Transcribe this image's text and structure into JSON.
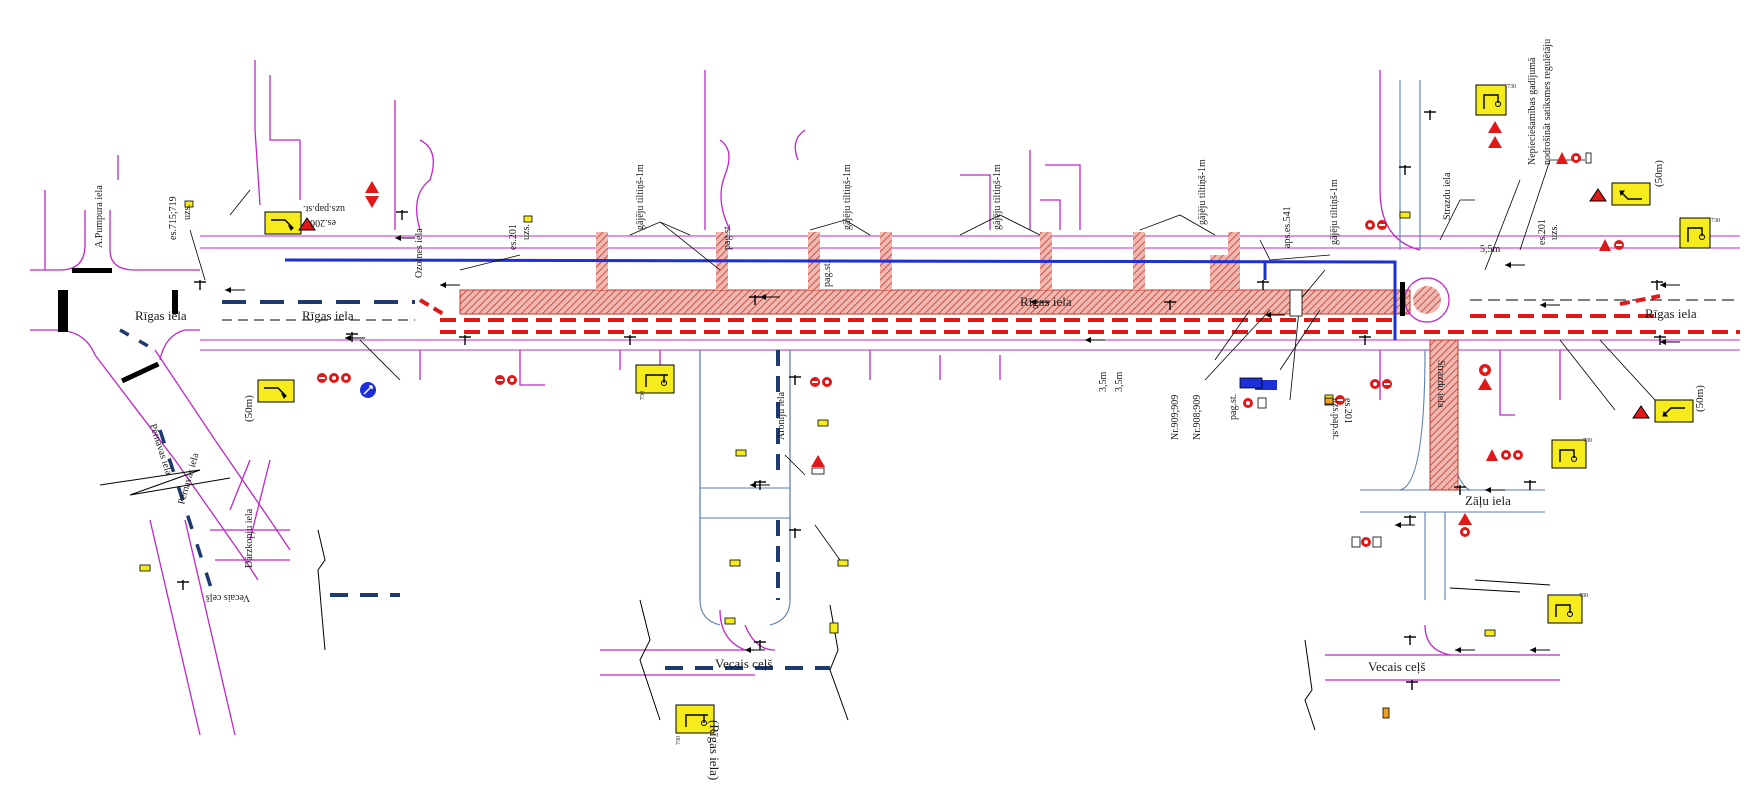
{
  "streets": {
    "rigas_west": "Rīgas  iela",
    "rigas_mid_north": "Rīgas  iela",
    "rigas_center": "Rīgas  iela",
    "rigas_east": "Rīgas  iela",
    "rigas_bottom": "(Rīgas  iela)",
    "pumpura": "A.Pumpura iela",
    "parnavas_upper": "Pērnavas  iela",
    "parnavas_lower": "Pērnavas  iela",
    "darzkopju": "Dārzkopju  iela",
    "vecais_celsh_sw": "Vecais ceļš",
    "vecais_celsh_mid": "Vecais ceļš",
    "vecais_celsh_east": "Vecais ceļš",
    "ozolnes": "Ozolnes  iela",
    "aronu": "Aroniju  iela",
    "strazdu_north": "Strazdu  iela",
    "strazdu_south": "Strazdu  iela",
    "zalu": "Zāļu  iela"
  },
  "annotations": {
    "es_715": "es.715;719",
    "uzs_1": "uzs.",
    "es_206": "es.206",
    "uzs_pap": "uzs.pap.st.",
    "es_201": "es.201",
    "uzs_2": "uzs.",
    "pag_st_1": "pag.st.",
    "pag_st_2": "pag.st.",
    "pag_st_3": "pag.st.",
    "gajeju_1": "gājēju tiltiņš-1m",
    "gajeju_2": "gājēju tiltiņš-1m",
    "gajeju_3": "gājēju tiltiņš-1m",
    "gajeju_4": "gājēju tiltiņš-1m",
    "gajeju_5": "gājēju tiltiņš-1m",
    "aps_541": "aps.es.541",
    "nr_909": "Nr.909;909",
    "nr_908": "Nr.908;909",
    "lane_1": "3,5m",
    "lane_2": "3,5m",
    "width_5": "5,5m",
    "es_201_b": "es.201",
    "uzs_pap_b": "uzs.pap.st.",
    "es_201_e": "es.201",
    "uzs_e": "uzs.",
    "emergency_1": "Nepieciešamības gadījumā",
    "emergency_2": "nodrošināt satiksmes regulētāju",
    "dist_50_1": "(50m)",
    "dist_50_2": "(50m)",
    "dist_50_3": "(50m)",
    "n730_1": "730",
    "n730_2": "730",
    "n730_3": "730",
    "n730_4": "730",
    "n730_5": "730",
    "n730_6": "730"
  },
  "colors": {
    "magenta": "#c026c8",
    "red": "#e01818",
    "blue": "#1c2fd8",
    "navy": "#1f3a6e",
    "hatch": "#c0392b",
    "sign_yellow": "#f6ec1c",
    "steel": "#5b7fb0"
  }
}
